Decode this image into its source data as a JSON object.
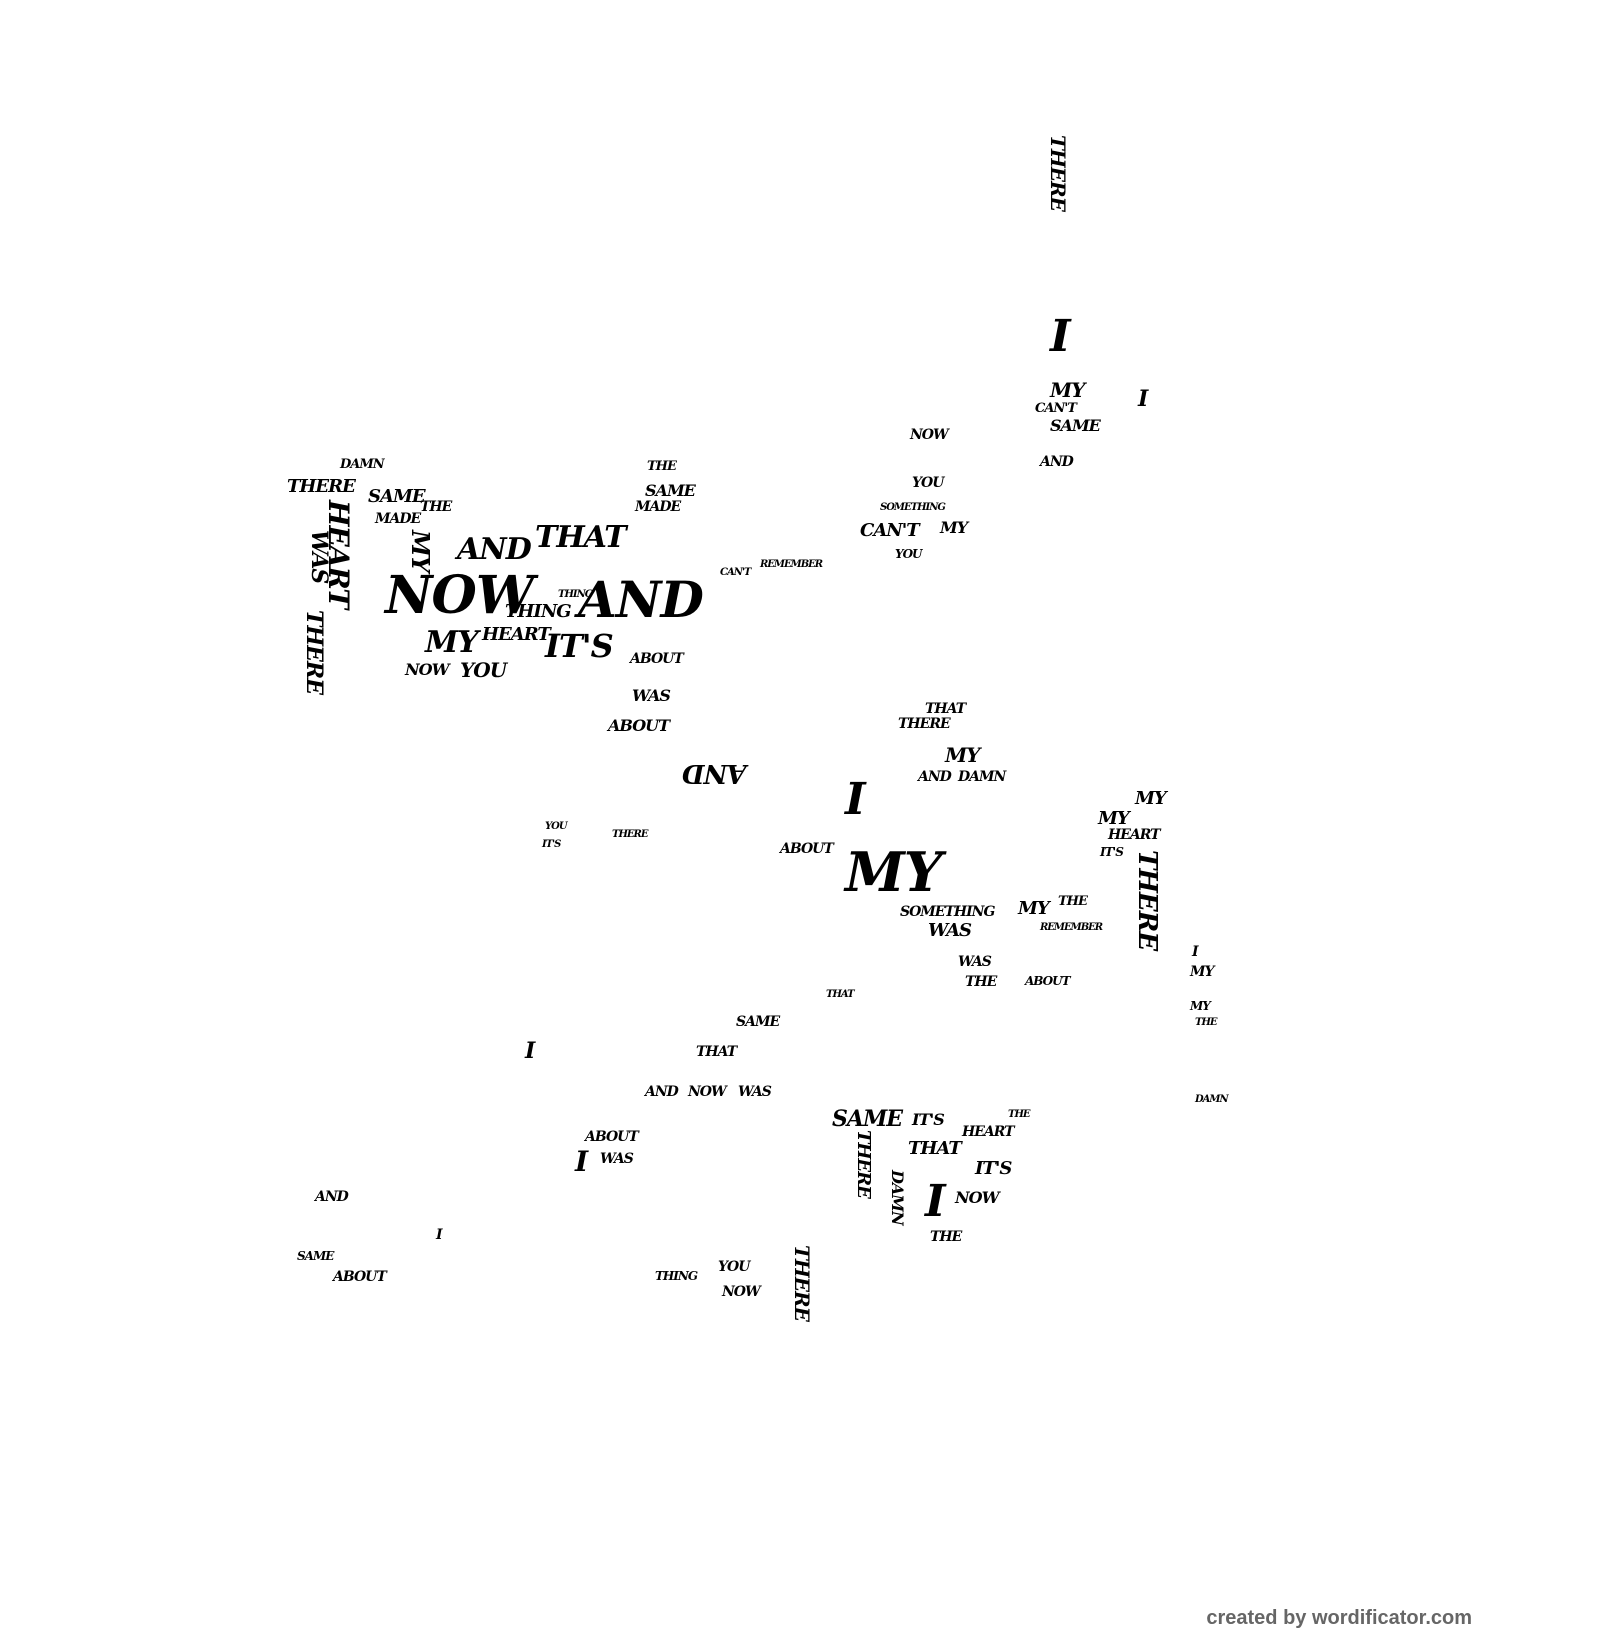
{
  "footer": "created by wordificator.com",
  "words": [
    "NOW",
    "AND",
    "THAT",
    "AND",
    "MY",
    "IT'S",
    "HEART",
    "WAS",
    "THERE",
    "SAME",
    "THERE",
    "HEART",
    "NOW",
    "YOU",
    "THING",
    "DAMN",
    "MADE",
    "THE",
    "MY",
    "SAME",
    "MADE",
    "THE",
    "ABOUT",
    "I",
    "MY",
    "CAN'T",
    "SAME",
    "AND",
    "THERE",
    "I",
    "NOW",
    "YOU",
    "CAN'T",
    "MY",
    "YOU",
    "AND",
    "WAS",
    "ABOUT",
    "MY",
    "I",
    "SOMETHING",
    "WAS",
    "MY",
    "THE",
    "MY",
    "THAT",
    "THERE",
    "AND",
    "DAMN",
    "ABOUT",
    "HEART",
    "THERE",
    "MY",
    "MY",
    "IT'S",
    "SAME",
    "IT'S",
    "THERE",
    "THAT",
    "IT'S",
    "I",
    "NOW",
    "DAMN",
    "HEART",
    "THE",
    "THERE",
    "NOW",
    "YOU",
    "THING",
    "SAME",
    "THAT",
    "NOW",
    "WAS",
    "AND",
    "I",
    "I",
    "ABOUT",
    "WAS",
    "AND",
    "SAME",
    "ABOUT",
    "I",
    "MY",
    "THE",
    "THERE",
    "THAT",
    "ABOUT",
    "THE",
    "WAS",
    "SOMETHING",
    "REMEMBER",
    "REMEMBER",
    "CAN'T",
    "THING",
    "IT'S",
    "YOU",
    "MY",
    "I",
    "THE",
    "DAMN"
  ]
}
